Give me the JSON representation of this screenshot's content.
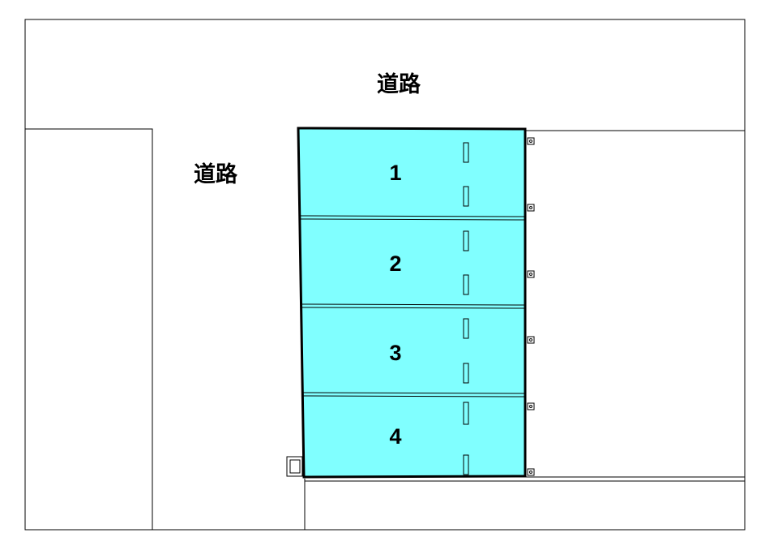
{
  "road_top_label": "道路",
  "road_left_label": "道路",
  "lots": [
    {
      "number": "1"
    },
    {
      "number": "2"
    },
    {
      "number": "3"
    },
    {
      "number": "4"
    }
  ],
  "colors": {
    "lot_fill": "#80ffff",
    "line": "#000000",
    "background": "#ffffff"
  }
}
